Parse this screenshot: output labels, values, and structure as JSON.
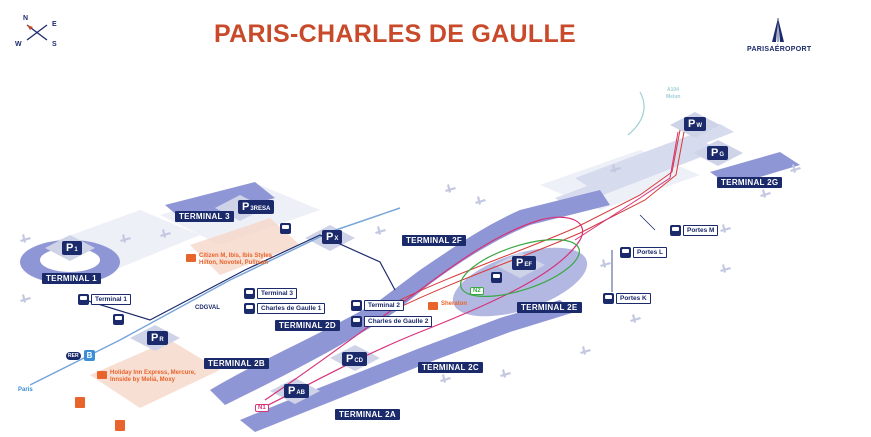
{
  "title": "PARIS-CHARLES DE GAULLE",
  "compass": {
    "n": "N",
    "e": "E",
    "w": "W",
    "s": "S"
  },
  "logo": {
    "text": "PARISAÉROPORT"
  },
  "terminals": {
    "t1": "TERMINAL 1",
    "t3": "TERMINAL 3",
    "t2f": "TERMINAL 2F",
    "t2d": "TERMINAL 2D",
    "t2e": "TERMINAL 2E",
    "t2b": "TERMINAL 2B",
    "t2c": "TERMINAL 2C",
    "t2a": "TERMINAL 2A",
    "t2g": "TERMINAL 2G"
  },
  "parkings": {
    "p1": {
      "letter": "P",
      "sub": "1"
    },
    "p3resa": {
      "letter": "P",
      "sub": "3RESA"
    },
    "px": {
      "letter": "P",
      "sub": "X"
    },
    "pr": {
      "letter": "P",
      "sub": "R"
    },
    "pef": {
      "letter": "P",
      "sub": "EF"
    },
    "pcd": {
      "letter": "P",
      "sub": "CD"
    },
    "pab": {
      "letter": "P",
      "sub": "AB"
    },
    "pw": {
      "letter": "P",
      "sub": "W"
    },
    "pg": {
      "letter": "P",
      "sub": "G"
    }
  },
  "stations": {
    "terminal1": "Terminal 1",
    "terminal3": "Terminal 3",
    "cdg1": "Charles de Gaulle 1",
    "terminal2": "Terminal 2",
    "cdg2": "Charles de Gaulle 2",
    "portesM": "Portes M",
    "portesL": "Portes L",
    "portesK": "Portes K"
  },
  "hotels": {
    "h1": "Citizen M, Ibis, Ibis Styles,\nHilton, Novotel, Pullman",
    "h2": "Holiday Inn Express, Mercure,\nInnside by Meliá, Moxy",
    "sheraton": "Sheraton"
  },
  "labels": {
    "cdgval": "CDGVAL",
    "paris": "Paris",
    "a104_line1": "A104",
    "a104_line2": "Melun",
    "rer": "RER",
    "bus": "B",
    "n1": "N1",
    "n2": "N2"
  },
  "colors": {
    "terminal_fill": "#8f96d6",
    "terminal_label": "#1b2a6b",
    "title": "#c84a2a",
    "cdgval": "#1b2a6b",
    "shuttle_pink": "#d6327a",
    "shuttle_green": "#3aa845",
    "rail_red": "#d63a3a",
    "road_blue": "#7aa6d8",
    "hotel_orange": "#e8642c"
  }
}
